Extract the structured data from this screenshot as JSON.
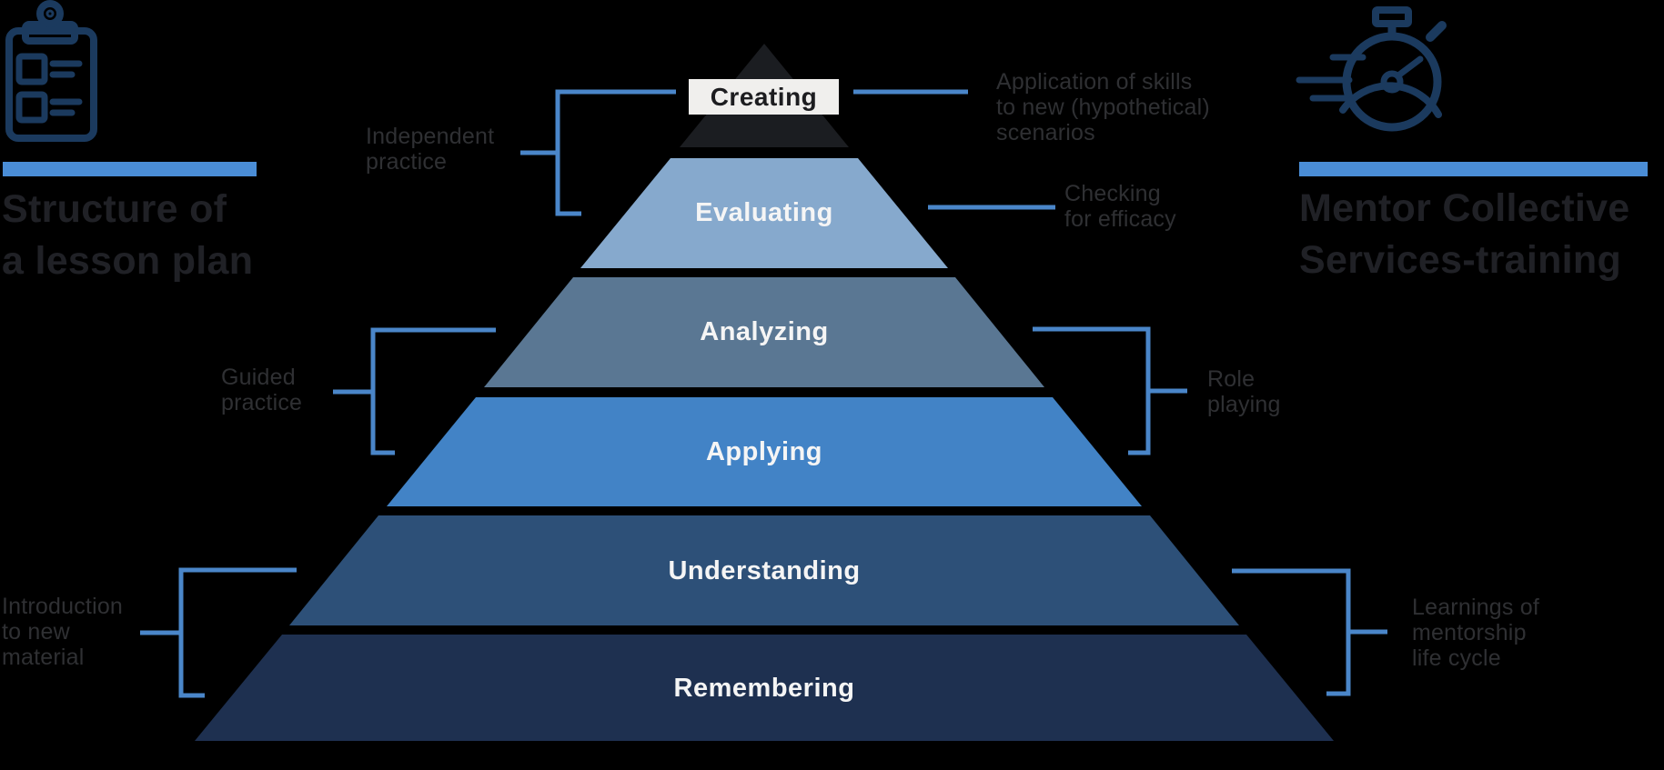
{
  "header_left": {
    "title": "Structure of\na lesson plan",
    "icon": "clipboard-checklist-icon"
  },
  "header_right": {
    "title": "Mentor Collective\nServices-training",
    "icon": "stopwatch-icon"
  },
  "pyramid": {
    "creating_box_bg": "#F0EFED",
    "levels": [
      {
        "label": "Creating",
        "color": "#1B1D21"
      },
      {
        "label": "Evaluating",
        "color": "#86A9CD"
      },
      {
        "label": "Analyzing",
        "color": "#5A7793"
      },
      {
        "label": "Applying",
        "color": "#4283C6"
      },
      {
        "label": "Understanding",
        "color": "#2D5078"
      },
      {
        "label": "Remembering",
        "color": "#1E3050"
      }
    ]
  },
  "notes": {
    "independent": "Independent\npractice",
    "application": "Application of skills\nto new (hypothetical)\nscenarios",
    "checking": "Checking\nfor efficacy",
    "guided": "Guided\npractice",
    "role": "Role\nplaying",
    "introduction": "Introduction\nto new\nmaterial",
    "learnings": "Learnings of\nmentorship\nlife cycle"
  },
  "colors": {
    "background": "#000000",
    "accent_bar": "#4A8DD6",
    "bracket": "#4A86C9",
    "icon": "#1B3A5E",
    "title_text": "#202126",
    "note_text": "#2F3033",
    "level_label_text": "#F5F5F5",
    "creating_text": "#1D1D20"
  }
}
